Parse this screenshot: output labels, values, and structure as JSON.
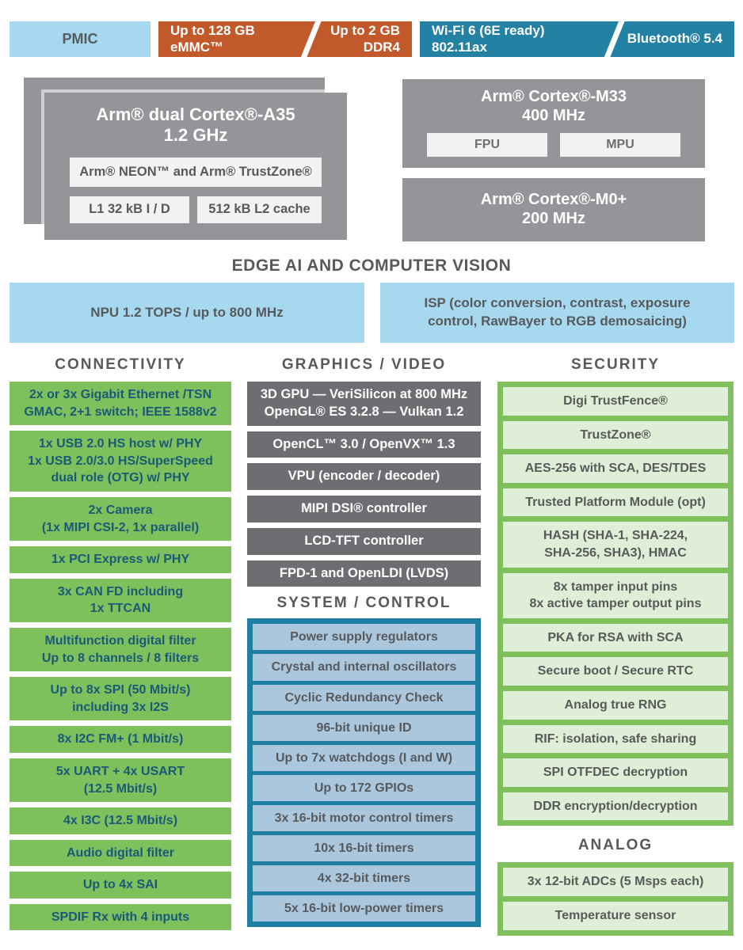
{
  "colors": {
    "light_blue": "#a6d9f0",
    "orange": "#c2592b",
    "teal": "#2381a4",
    "gray_card": "#939598",
    "light_gray_strip": "#f1f2f2",
    "dark_gray_box": "#6d6e71",
    "green": "#7ec05c",
    "green_item_text": "#1a5a78",
    "system_panel": "#1e7fa2",
    "system_row": "#aac7de",
    "security_row": "#dfeed6",
    "heading_text": "#58595b"
  },
  "top_row": {
    "pmic_label": "PMIC",
    "memory": {
      "emmc": "Up to 128 GB\neMMC™",
      "ddr4": "Up to 2 GB\nDDR4"
    },
    "wireless": {
      "wifi": "Wi-Fi 6 (6E ready)\n802.11ax",
      "bluetooth": "Bluetooth® 5.4"
    }
  },
  "processors": {
    "a35": {
      "title": "Arm® dual Cortex®-A35\n1.2 GHz",
      "neon_trustzone": "Arm® NEON™ and Arm® TrustZone®",
      "l1_cache": "L1 32 kB I / D",
      "l2_cache": "512 kB L2 cache"
    },
    "m33": {
      "title": "Arm® Cortex®-M33\n400 MHz",
      "fpu": "FPU",
      "mpu": "MPU"
    },
    "m0plus": {
      "title": "Arm® Cortex®-M0+\n200 MHz"
    }
  },
  "edge_ai": {
    "heading": "EDGE AI AND COMPUTER VISION",
    "npu": "NPU 1.2 TOPS / up to 800 MHz",
    "isp": "ISP (color conversion, contrast, exposure\ncontrol, RawBayer to RGB demosaicing)"
  },
  "connectivity": {
    "heading": "CONNECTIVITY",
    "items": [
      "2x or 3x Gigabit Ethernet /TSN\nGMAC, 2+1 switch; IEEE 1588v2",
      "1x USB 2.0 HS host w/ PHY\n1x USB 2.0/3.0 HS/SuperSpeed\ndual role (OTG) w/ PHY",
      "2x Camera\n(1x MIPI CSI-2, 1x parallel)",
      "1x PCI Express w/ PHY",
      "3x CAN FD including\n1x TTCAN",
      "Multifunction digital filter\nUp to 8 channels / 8 filters",
      "Up to 8x SPI (50 Mbit/s)\nincluding 3x I2S",
      "8x I2C FM+ (1 Mbit/s)",
      "5x UART + 4x USART\n(12.5 Mbit/s)",
      "4x I3C (12.5 Mbit/s)",
      "Audio digital filter",
      "Up to 4x SAI",
      "SPDIF Rx with 4 inputs"
    ]
  },
  "graphics": {
    "heading": "GRAPHICS / VIDEO",
    "items": [
      "3D GPU — VeriSilicon at 800 MHz\nOpenGL® ES 3.2.8 — Vulkan 1.2",
      "OpenCL™ 3.0 / OpenVX™ 1.3",
      "VPU (encoder / decoder)",
      "MIPI DSI® controller",
      "LCD-TFT controller",
      "FPD-1 and OpenLDI (LVDS)"
    ]
  },
  "system": {
    "heading": "SYSTEM / CONTROL",
    "items": [
      "Power supply regulators",
      "Crystal and internal oscillators",
      "Cyclic Redundancy Check",
      "96-bit unique ID",
      "Up to 7x watchdogs (I and W)",
      "Up to 172 GPIOs",
      "3x 16-bit motor control timers",
      "10x 16-bit timers",
      "4x 32-bit timers",
      "5x 16-bit low-power timers"
    ]
  },
  "security": {
    "heading": "SECURITY",
    "items": [
      "Digi TrustFence®",
      "TrustZone®",
      "AES-256 with SCA, DES/TDES",
      "Trusted Platform Module (opt)",
      "HASH (SHA-1, SHA-224,\nSHA-256, SHA3), HMAC",
      "8x tamper input pins\n8x active tamper output pins",
      "PKA for RSA with SCA",
      "Secure boot / Secure RTC",
      "Analog true RNG",
      "RIF: isolation, safe sharing",
      "SPI OTFDEC decryption",
      "DDR encryption/decryption"
    ]
  },
  "analog": {
    "heading": "ANALOG",
    "items": [
      "3x 12-bit ADCs (5 Msps each)",
      "Temperature sensor"
    ]
  }
}
